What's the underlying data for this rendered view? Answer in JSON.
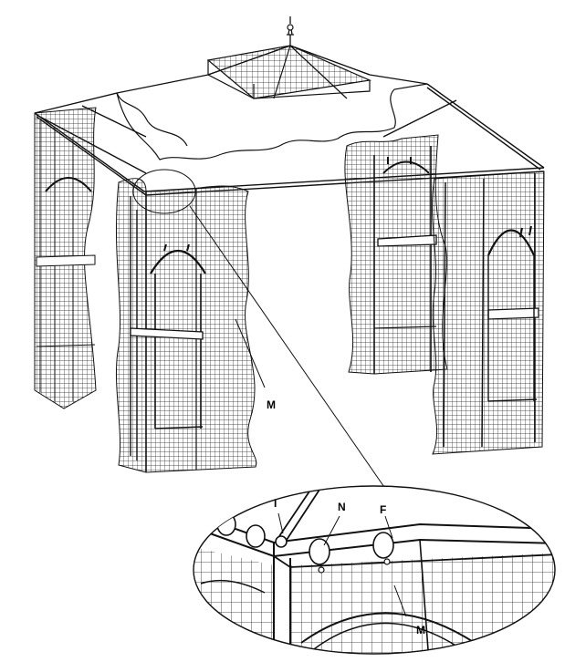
{
  "labels": {
    "m_main": "M",
    "i": "I",
    "n": "N",
    "f": "F",
    "m_detail": "M"
  }
}
